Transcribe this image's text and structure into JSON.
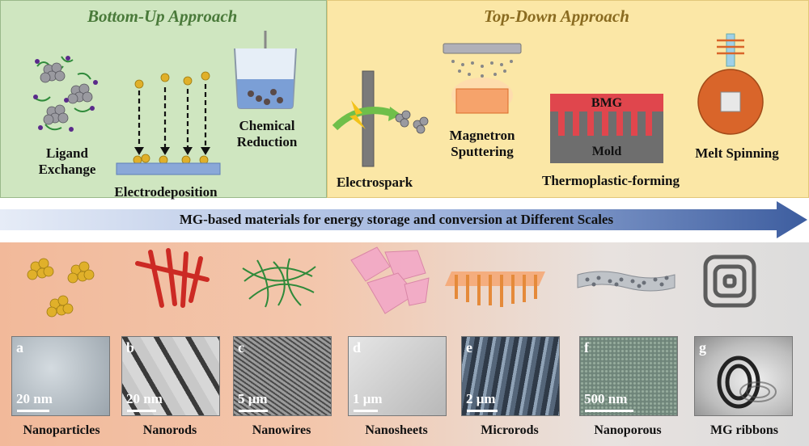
{
  "bottom_up": {
    "title": "Bottom-Up Approach",
    "methods": [
      "Ligand Exchange",
      "Electrodeposition",
      "Chemical Reduction"
    ]
  },
  "top_down": {
    "title": "Top-Down Approach",
    "methods": [
      "Electrospark",
      "Magnetron Sputtering",
      "Thermoplastic-forming",
      "Melt Spinning"
    ],
    "bmg_label": "BMG",
    "mold_label": "Mold"
  },
  "banner": {
    "text": "MG-based materials for energy storage and conversion  at  Different  Scales"
  },
  "materials": [
    {
      "letter": "a",
      "scale": "20 nm",
      "name": "Nanoparticles"
    },
    {
      "letter": "b",
      "scale": "20 nm",
      "name": "Nanorods"
    },
    {
      "letter": "c",
      "scale": "5 μm",
      "name": "Nanowires"
    },
    {
      "letter": "d",
      "scale": "1 μm",
      "name": "Nanosheets"
    },
    {
      "letter": "e",
      "scale": "2 μm",
      "name": "Microrods"
    },
    {
      "letter": "f",
      "scale": "500 nm",
      "name": "Nanoporous"
    },
    {
      "letter": "g",
      "scale": "",
      "name": "MG ribbons"
    }
  ],
  "colors": {
    "bottom_up_bg": "#cfe6c0",
    "top_down_bg": "#fbe7a6",
    "header_green": "#4a7a3a",
    "header_brown": "#8a6b20",
    "arrow_blue": "#3d5d9f",
    "gold": "#e0b02a",
    "copper": "#d9652a",
    "bmg_red": "#e0464d"
  }
}
